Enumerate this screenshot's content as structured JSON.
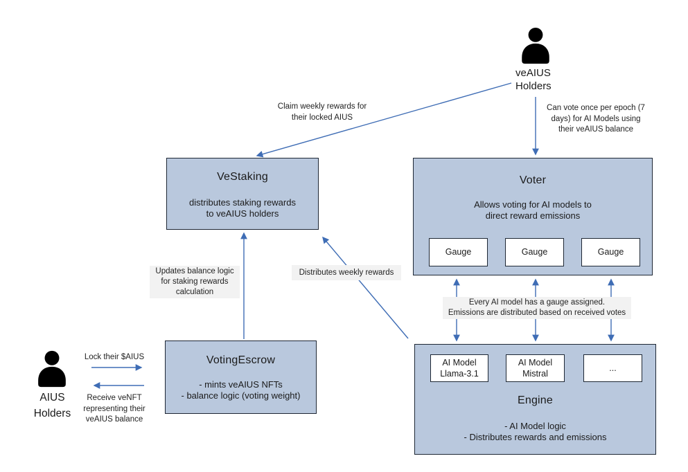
{
  "colors": {
    "fill": "#b9c8dd",
    "border": "#1d2633",
    "arrow": "#3f6db5",
    "note": "#f2f2f2",
    "ink": "#1a1a1a"
  },
  "actors": {
    "veaius": {
      "label": "veAIUS\nHolders"
    },
    "aius": {
      "label": "AIUS\nHolders"
    }
  },
  "boxes": {
    "vestaking": {
      "title": "VeStaking",
      "body": "distributes staking rewards\nto veAIUS holders"
    },
    "voter": {
      "title": "Voter",
      "body": "Allows voting for AI models to\ndirect reward emissions",
      "gauges": [
        "Gauge",
        "Gauge",
        "Gauge"
      ]
    },
    "votingescrow": {
      "title": "VotingEscrow",
      "body": "- mints veAIUS NFTs\n- balance logic (voting weight)"
    },
    "engine": {
      "title": "Engine",
      "body": "- AI Model logic\n- Distributes rewards and emissions",
      "models": [
        "AI Model\nLlama-3.1",
        "AI Model\nMistral",
        "..."
      ]
    }
  },
  "labels": {
    "claim": "Claim weekly rewards for\ntheir locked AIUS",
    "vote": "Can vote once per epoch (7\ndays)  for AI Models using\ntheir veAIUS balance",
    "updates": "Updates balance logic\nfor staking rewards\ncalculation",
    "distributes": "Distributes weekly rewards",
    "gauge_note": "Every AI model has a gauge assigned.\nEmissions are distributed based on received votes",
    "lock": "Lock their $AIUS",
    "receive": "Receive veNFT\nrepresenting their\nveAIUS balance"
  }
}
